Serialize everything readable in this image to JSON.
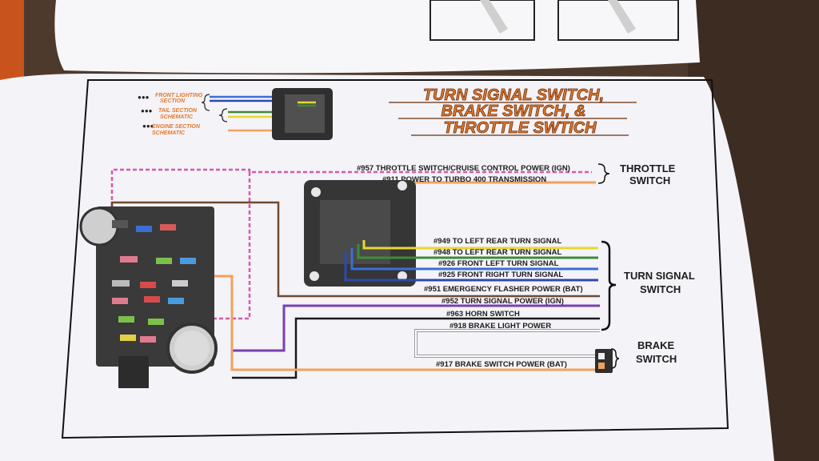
{
  "title_lines": [
    "TURN SIGNAL SWITCH,",
    "BRAKE SWITCH, &",
    "THROTTLE SWTICH"
  ],
  "section_refs": [
    {
      "text": "FRONT LIGHTING",
      "text2": "SECTION"
    },
    {
      "text": "TAIL SECTION",
      "text2": "SCHEMATIC"
    },
    {
      "text": "ENGINE SECTION",
      "text2": "SCHEMATIC"
    }
  ],
  "groups": {
    "throttle": [
      "THROTTLE",
      "SWITCH"
    ],
    "turn_signal": [
      "TURN SIGNAL",
      "SWITCH"
    ],
    "brake": [
      "BRAKE",
      "SWITCH"
    ]
  },
  "wires": [
    {
      "label": "#957 THROTTLE SWITCH/CRUISE CONTROL POWER (IGN)",
      "color": "#d65aa8"
    },
    {
      "label": "#911 POWER TO TURBO 400 TRANSMISSION",
      "color": "#f2a15a"
    },
    {
      "label": "#949 TO LEFT REAR TURN SIGNAL",
      "color": "#e8d830"
    },
    {
      "label": "#948 TO LEFT REAR TURN SIGNAL",
      "color": "#3f8a3a"
    },
    {
      "label": "#926 FRONT LEFT TURN SIGNAL",
      "color": "#3a6fd6"
    },
    {
      "label": "#925 FRONT RIGHT TURN SIGNAL",
      "color": "#2f48b0"
    },
    {
      "label": "#951 EMERGENCY FLASHER POWER (BAT)",
      "color": "#6e4a30"
    },
    {
      "label": "#952 TURN SIGNAL POWER (IGN)",
      "color": "#7a3fb0"
    },
    {
      "label": "#963 HORN SWITCH",
      "color": "#1a1a1a"
    },
    {
      "label": "#918 BRAKE LIGHT POWER",
      "color": "#f2f2f2"
    },
    {
      "label": "#917 BRAKE SWITCH POWER (BAT)",
      "color": "#f2a15a"
    }
  ],
  "colors": {
    "title_orange": "#e07a2e",
    "page": "#f4f3f8",
    "connector": "#3a3a3a"
  }
}
